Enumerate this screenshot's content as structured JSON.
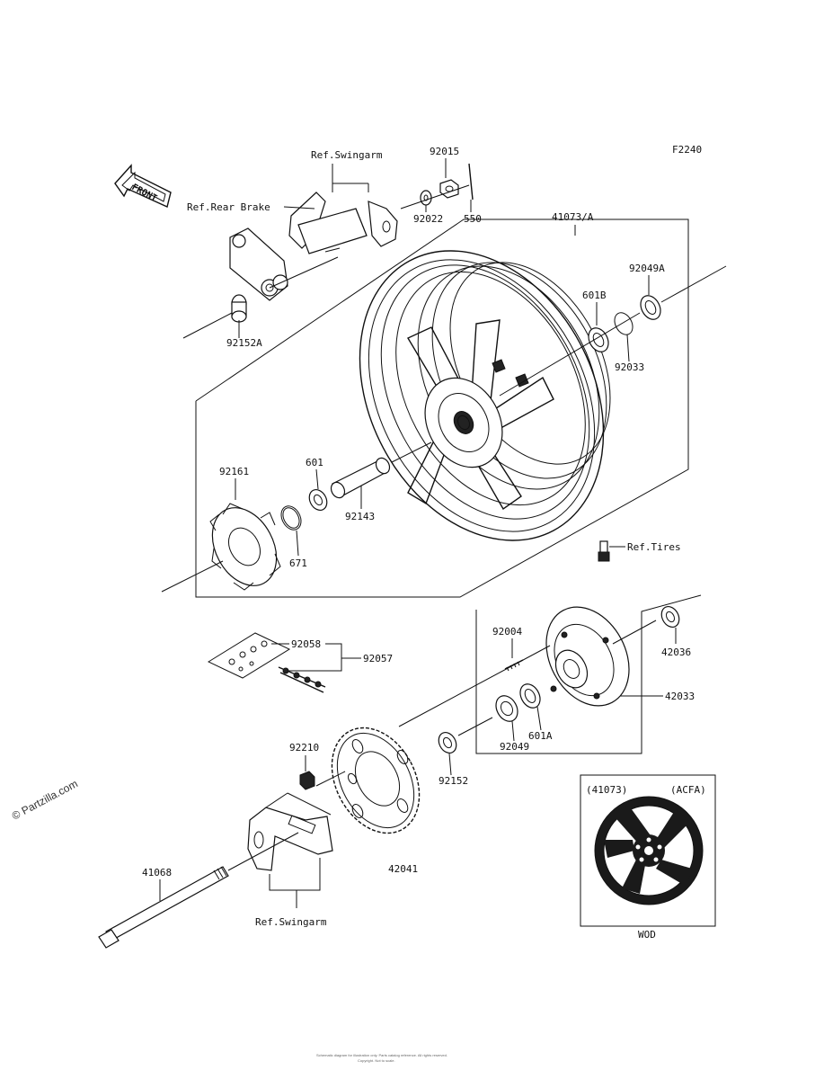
{
  "diagram_code": "F2240",
  "watermark": "© Partzilla.com",
  "footer_line1": "Schematic diagram for illustration only. Parts catalog reference. All rights reserved.",
  "footer_line2": "Copyright. Not to scale.",
  "front_label": "FRONT",
  "refs": {
    "swingarm_top": "Ref.Swingarm",
    "rear_brake": "Ref.Rear Brake",
    "tires": "Ref.Tires",
    "swingarm_bottom": "Ref.Swingarm"
  },
  "part_numbers": {
    "p92015": "92015",
    "p550": "550",
    "p92022": "92022",
    "p41073A": "41073/A",
    "p92049A": "92049A",
    "p601B": "601B",
    "p92033": "92033",
    "p92152A": "92152A",
    "p92161": "92161",
    "p601": "601",
    "p92143": "92143",
    "p671": "671",
    "p92058": "92058",
    "p92057": "92057",
    "p92004": "92004",
    "p42036": "42036",
    "p42033": "42033",
    "p601A": "601A",
    "p92049": "92049",
    "p92210": "92210",
    "p92152": "92152",
    "p42041": "42041",
    "p41068": "41068"
  },
  "inset": {
    "part": "(41073)",
    "code": "(ACFA)",
    "color": "WOD"
  }
}
